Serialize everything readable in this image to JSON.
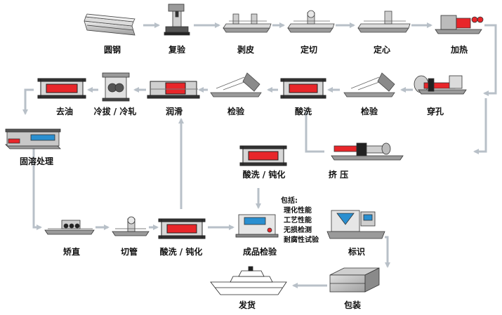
{
  "steps": {
    "round_steel": "圆钢",
    "reinspect": "复验",
    "peel": "剥皮",
    "cut_fixed": "定切",
    "centering": "定心",
    "heating": "加热",
    "piercing": "穿孔",
    "inspect_1": "检验",
    "pickling_1": "酸洗",
    "inspect_2": "检验",
    "lubrication": "润滑",
    "cold_draw_roll": "冷拔 / 冷轧",
    "degrease": "去油",
    "solution_treatment": "固溶处理",
    "extrusion": "挤 压",
    "pickling_passivation_1": "酸洗 / 钝化",
    "straightening": "矫直",
    "pipe_cutting": "切管",
    "pickling_passivation_2": "酸洗 / 钝化",
    "final_inspection": "成品检验",
    "marking": "标识",
    "packing": "包装",
    "shipping": "发货"
  },
  "inspection_notes": {
    "heading": "包括:",
    "items": [
      "理化性能",
      "工艺性能",
      "无损检测",
      "耐腐性试验"
    ]
  },
  "colors": {
    "flow_arrow": "#b8c0c8",
    "accent_red": "#e8262a",
    "accent_blue": "#2a8fd0",
    "tank_frame": "#222222"
  }
}
